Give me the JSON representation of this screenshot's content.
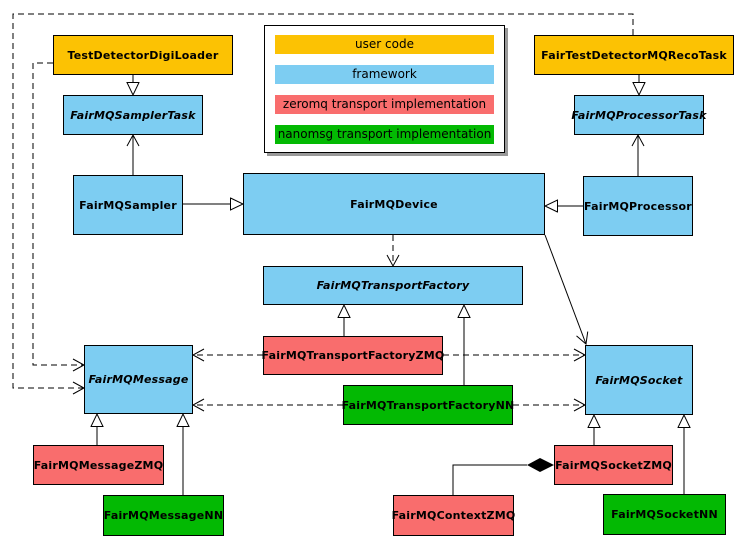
{
  "colors": {
    "yellow": "#FCC203",
    "blue": "#7DCDF2",
    "red": "#F96D6D",
    "green": "#03B903",
    "line": "#000000",
    "shadow": "#999999"
  },
  "legend": {
    "items": [
      {
        "label": "user code",
        "color": "#FCC203"
      },
      {
        "label": "framework",
        "color": "#7DCDF2"
      },
      {
        "label": "zeromq transport implementation",
        "color": "#F96D6D"
      },
      {
        "label": "nanomsg transport implementation",
        "color": "#03B903"
      }
    ]
  },
  "classes": [
    {
      "label": "TestDetectorDigiLoader",
      "category": "user code",
      "abstract": false
    },
    {
      "label": "FairTestDetectorMQRecoTask",
      "category": "user code",
      "abstract": false
    },
    {
      "label": "FairMQSamplerTask",
      "category": "framework",
      "abstract": true
    },
    {
      "label": "FairMQProcessorTask",
      "category": "framework",
      "abstract": true
    },
    {
      "label": "FairMQSampler",
      "category": "framework",
      "abstract": false
    },
    {
      "label": "FairMQDevice",
      "category": "framework",
      "abstract": false
    },
    {
      "label": "FairMQProcessor",
      "category": "framework",
      "abstract": false
    },
    {
      "label": "FairMQTransportFactory",
      "category": "framework",
      "abstract": true
    },
    {
      "label": "FairMQTransportFactoryZMQ",
      "category": "zeromq transport implementation",
      "abstract": false
    },
    {
      "label": "FairMQTransportFactoryNN",
      "category": "nanomsg transport implementation",
      "abstract": false
    },
    {
      "label": "FairMQMessage",
      "category": "framework",
      "abstract": true
    },
    {
      "label": "FairMQSocket",
      "category": "framework",
      "abstract": true
    },
    {
      "label": "FairMQMessageZMQ",
      "category": "zeromq transport implementation",
      "abstract": false
    },
    {
      "label": "FairMQMessageNN",
      "category": "nanomsg transport implementation",
      "abstract": false
    },
    {
      "label": "FairMQContextZMQ",
      "category": "zeromq transport implementation",
      "abstract": false
    },
    {
      "label": "FairMQSocketZMQ",
      "category": "zeromq transport implementation",
      "abstract": false
    },
    {
      "label": "FairMQSocketNN",
      "category": "nanomsg transport implementation",
      "abstract": false
    }
  ],
  "relations": [
    {
      "from": "TestDetectorDigiLoader",
      "to": "FairMQSamplerTask",
      "type": "inheritance"
    },
    {
      "from": "FairTestDetectorMQRecoTask",
      "to": "FairMQProcessorTask",
      "type": "inheritance"
    },
    {
      "from": "FairMQSampler",
      "to": "FairMQSamplerTask",
      "type": "association"
    },
    {
      "from": "FairMQProcessor",
      "to": "FairMQProcessorTask",
      "type": "association"
    },
    {
      "from": "FairMQSampler",
      "to": "FairMQDevice",
      "type": "inheritance"
    },
    {
      "from": "FairMQProcessor",
      "to": "FairMQDevice",
      "type": "inheritance"
    },
    {
      "from": "FairMQDevice",
      "to": "FairMQTransportFactory",
      "type": "dependency"
    },
    {
      "from": "FairMQDevice",
      "to": "FairMQSocket",
      "type": "association"
    },
    {
      "from": "FairMQTransportFactoryZMQ",
      "to": "FairMQTransportFactory",
      "type": "inheritance"
    },
    {
      "from": "FairMQTransportFactoryNN",
      "to": "FairMQTransportFactory",
      "type": "inheritance"
    },
    {
      "from": "FairMQTransportFactoryZMQ",
      "to": "FairMQMessage",
      "type": "dependency"
    },
    {
      "from": "FairMQTransportFactoryZMQ",
      "to": "FairMQSocket",
      "type": "dependency"
    },
    {
      "from": "FairMQTransportFactoryNN",
      "to": "FairMQMessage",
      "type": "dependency"
    },
    {
      "from": "FairMQTransportFactoryNN",
      "to": "FairMQSocket",
      "type": "dependency"
    },
    {
      "from": "TestDetectorDigiLoader",
      "to": "FairMQMessage",
      "type": "dependency"
    },
    {
      "from": "FairTestDetectorMQRecoTask",
      "to": "FairMQMessage",
      "type": "dependency"
    },
    {
      "from": "FairMQMessageZMQ",
      "to": "FairMQMessage",
      "type": "inheritance"
    },
    {
      "from": "FairMQMessageNN",
      "to": "FairMQMessage",
      "type": "inheritance"
    },
    {
      "from": "FairMQSocketZMQ",
      "to": "FairMQSocket",
      "type": "inheritance"
    },
    {
      "from": "FairMQSocketNN",
      "to": "FairMQSocket",
      "type": "inheritance"
    },
    {
      "from": "FairMQContextZMQ",
      "to": "FairMQSocketZMQ",
      "type": "composition"
    }
  ]
}
